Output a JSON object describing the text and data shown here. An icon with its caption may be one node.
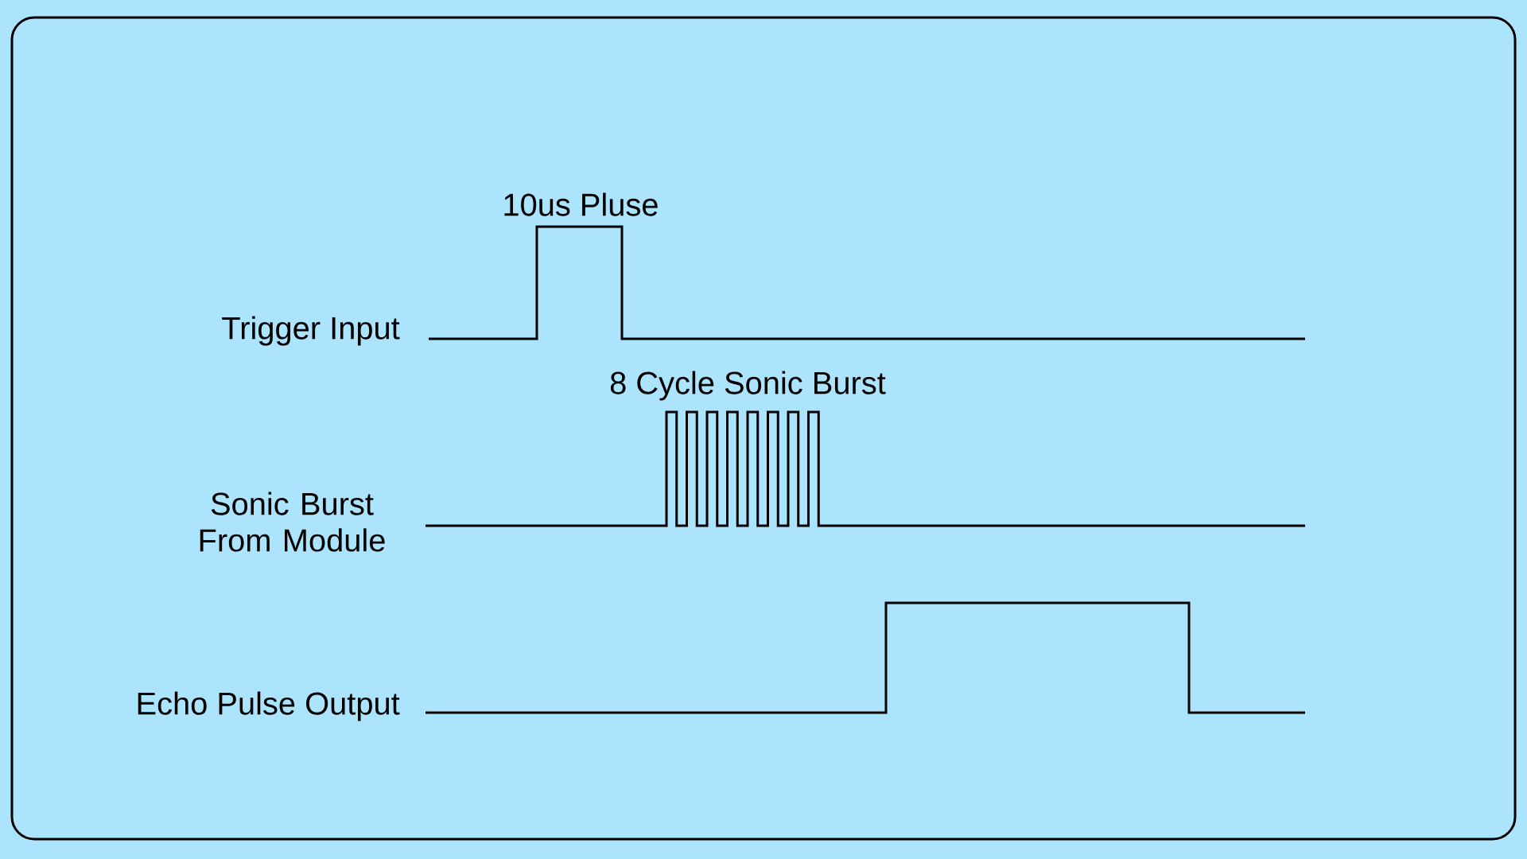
{
  "diagram": {
    "labels": [
      "10us Pluse",
      "Trigger Input",
      "8 Cycle Sonic Burst",
      "Sonic Burst From Module",
      "Echo Pulse Output"
    ]
  }
}
